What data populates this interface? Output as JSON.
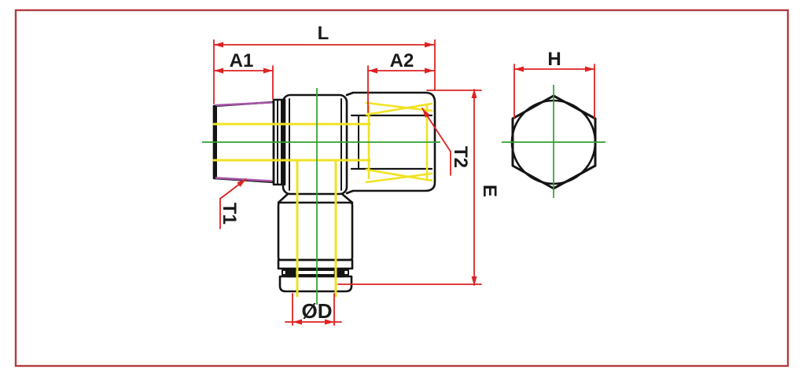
{
  "drawing": {
    "type": "engineering-dimension-drawing",
    "subject": "push-to-connect tee fitting, side view and hex end view",
    "labels": {
      "length_total": "L",
      "length_a1": "A1",
      "length_a2": "A2",
      "hex_width": "H",
      "thread_left": "T1",
      "thread_right": "T2",
      "height_e": "E",
      "tube_dia": "ØD"
    },
    "colors": {
      "dimension": "#dd2222",
      "border": "#b23b40",
      "centerline": "#2fa02f",
      "hidden": "#f0e224",
      "thread": "#a855a8",
      "outline": "#141414",
      "label": "#1a1a1a",
      "background": "#ffffff"
    }
  }
}
